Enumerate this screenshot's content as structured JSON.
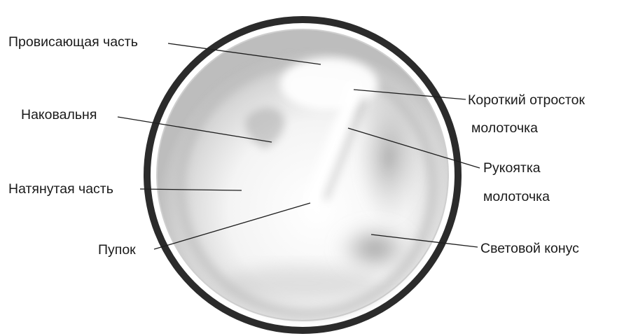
{
  "labels": {
    "pars_flaccida": "Провисающая часть",
    "incus": "Наковальня",
    "pars_tensa": "Натянутая часть",
    "umbo": "Пупок",
    "lateral_process_line1": "Короткий отросток",
    "lateral_process_line2": "молоточка",
    "handle_line1": "Рукоятка",
    "handle_line2": "молоточка",
    "cone_of_light": "Световой конус"
  },
  "colors": {
    "rim": "#2b2b2b",
    "text": "#1a1a1a",
    "shading": "#9a9a9a"
  }
}
